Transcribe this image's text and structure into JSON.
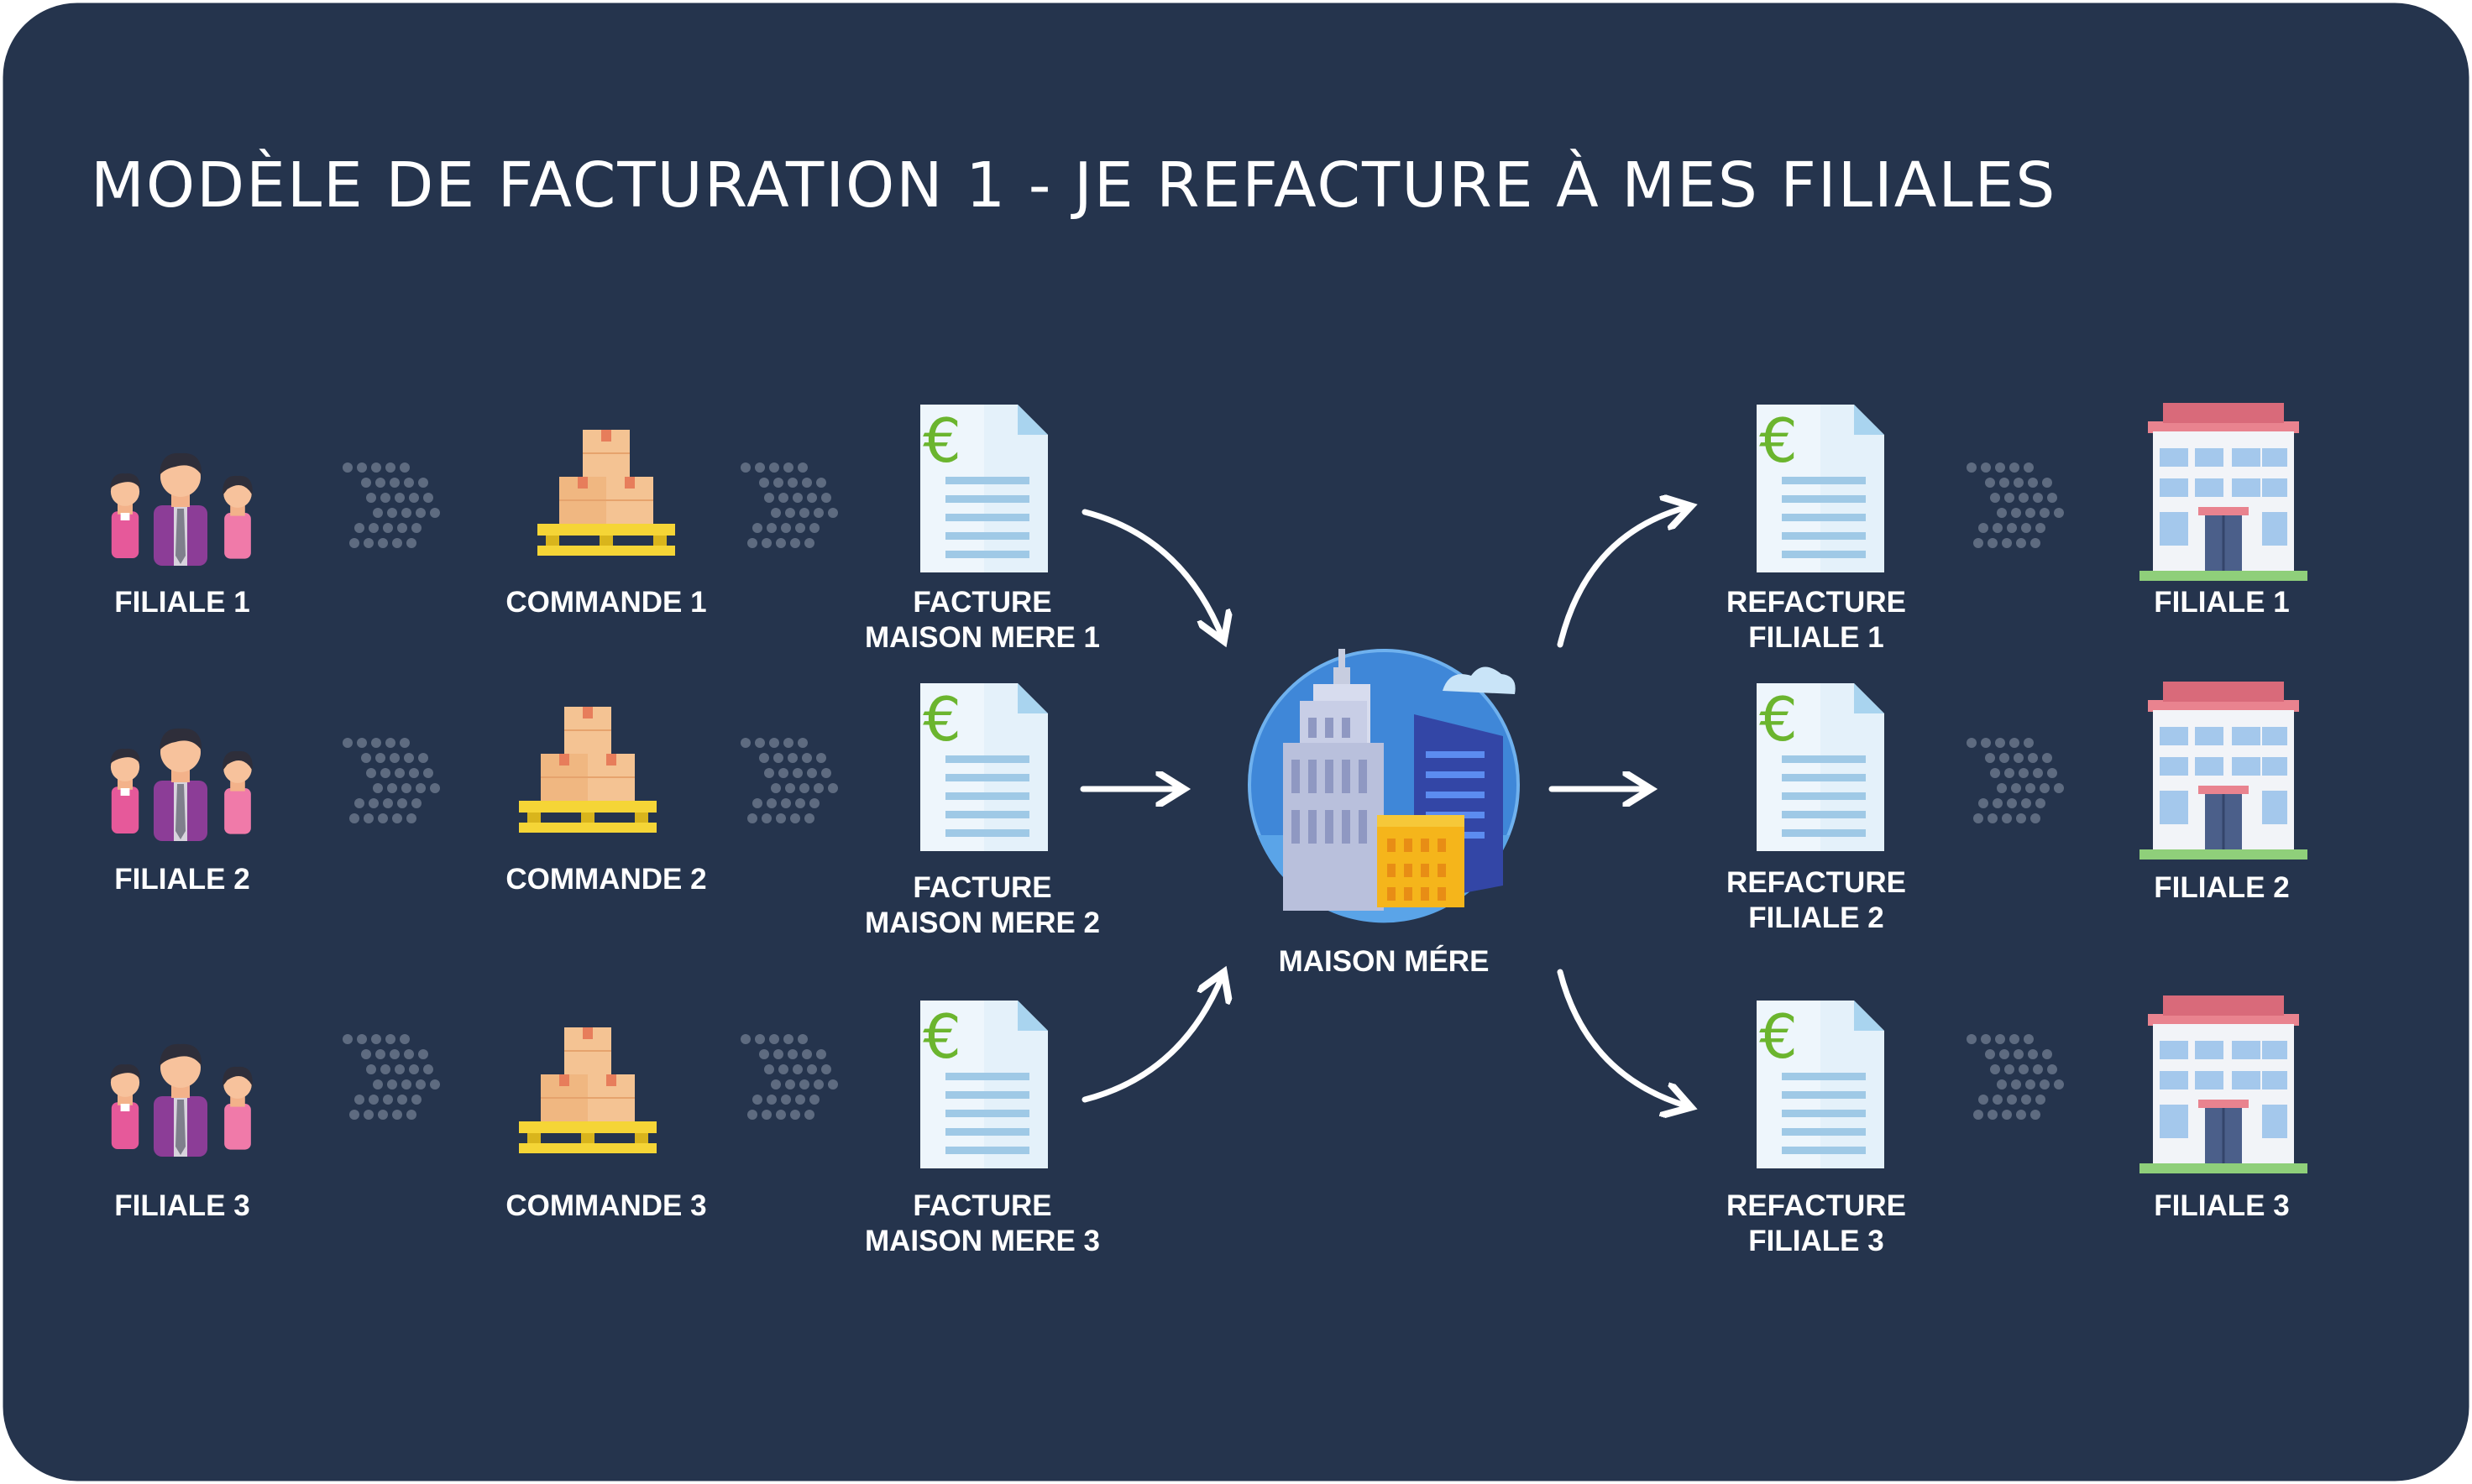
{
  "title": "MODÈLE DE FACTURATION 1 - JE REFACTURE À MES FILIALES",
  "colors": {
    "background": "#25344d",
    "text": "#ffffff",
    "arrow_dots": "#5e6b80",
    "euro": "#6bb52e"
  },
  "rows": [
    {
      "subsidiary": "FILIALE 1",
      "order": "COMMANDE 1",
      "invoice": "FACTURE\nMAISON MERE 1",
      "reinvoice": "REFACTURE\nFILIALE 1",
      "target": "FILIALE 1"
    },
    {
      "subsidiary": "FILIALE 2",
      "order": "COMMANDE 2",
      "invoice": "FACTURE\nMAISON MERE 2",
      "reinvoice": "REFACTURE\nFILIALE 2",
      "target": "FILIALE 2"
    },
    {
      "subsidiary": "FILIALE 3",
      "order": "COMMANDE 3",
      "invoice": "FACTURE\nMAISON MERE 3",
      "reinvoice": "REFACTURE\nFILIALE 3",
      "target": "FILIALE 3"
    }
  ],
  "center": {
    "label": "MAISON MÉRE"
  },
  "icons": {
    "subsidiary": "people-group-icon",
    "order": "boxes-on-pallet-icon",
    "invoice": "euro-invoice-icon",
    "center": "city-skyline-icon",
    "target": "office-building-icon",
    "flow": "dotted-chevron-arrow-icon"
  }
}
